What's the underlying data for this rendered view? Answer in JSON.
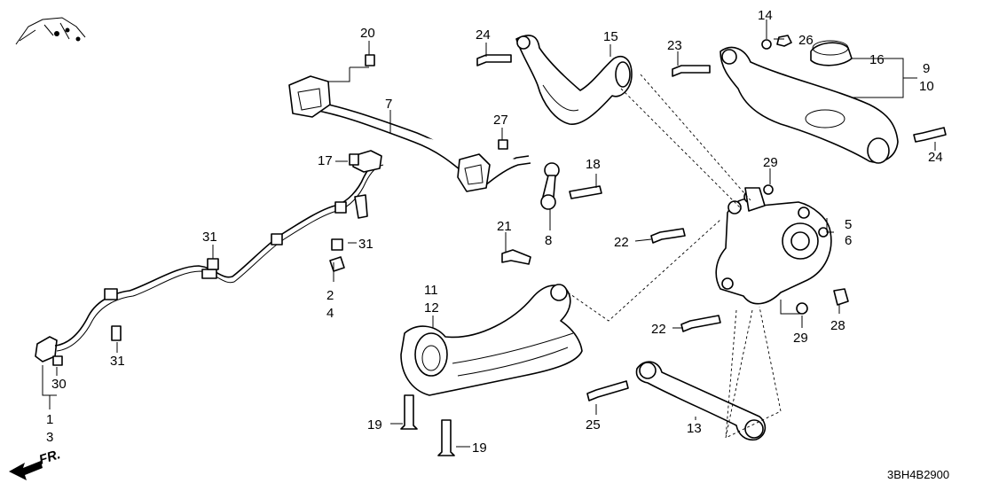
{
  "diagram": {
    "code": "3BH4B2900",
    "direction": "FR.",
    "labels": {
      "p1": "1",
      "p2": "2",
      "p3": "3",
      "p4": "4",
      "p5": "5",
      "p6": "6",
      "p7": "7",
      "p8": "8",
      "p9": "9",
      "p10": "10",
      "p11": "11",
      "p12": "12",
      "p13": "13",
      "p14": "14",
      "p15": "15",
      "p16": "16",
      "p17": "17",
      "p18": "18",
      "p19a": "19",
      "p19b": "19",
      "p20": "20",
      "p21": "21",
      "p22a": "22",
      "p22b": "22",
      "p23": "23",
      "p24a": "24",
      "p24b": "24",
      "p25": "25",
      "p26": "26",
      "p27": "27",
      "p28": "28",
      "p29a": "29",
      "p29b": "29",
      "p30": "30",
      "p31a": "31",
      "p31b": "31",
      "p31c": "31"
    }
  }
}
